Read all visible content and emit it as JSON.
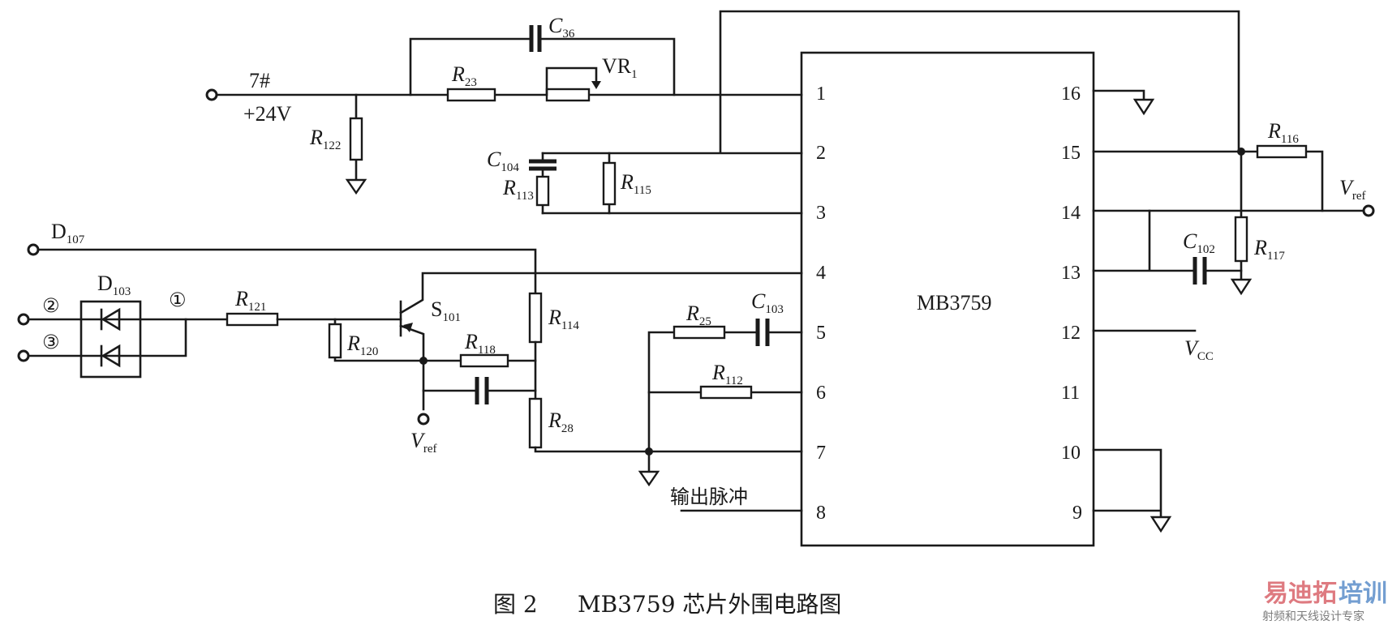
{
  "figure": {
    "caption_prefix": "图 2",
    "caption_text": "MB3759 芯片外围电路图"
  },
  "chip": {
    "name": "MB3759",
    "left_pins": [
      "1",
      "2",
      "3",
      "4",
      "5",
      "6",
      "7",
      "8"
    ],
    "right_pins": [
      "16",
      "15",
      "14",
      "13",
      "12",
      "11",
      "10",
      "9"
    ]
  },
  "labels": {
    "input_7": "7#",
    "input_24v": "+24V",
    "c36": {
      "main": "C",
      "sub": "36"
    },
    "r23": {
      "main": "R",
      "sub": "23"
    },
    "vr1": {
      "main": "VR",
      "sub": "1"
    },
    "r122": {
      "main": "R",
      "sub": "122"
    },
    "c104": {
      "main": "C",
      "sub": "104"
    },
    "r113": {
      "main": "R",
      "sub": "113"
    },
    "r115": {
      "main": "R",
      "sub": "115"
    },
    "d107": {
      "main": "D",
      "sub": "107"
    },
    "d103": {
      "main": "D",
      "sub": "103"
    },
    "node1": "①",
    "node2": "②",
    "node3": "③",
    "r121": {
      "main": "R",
      "sub": "121"
    },
    "s101": {
      "main": "S",
      "sub": "101"
    },
    "r120": {
      "main": "R",
      "sub": "120"
    },
    "r118": {
      "main": "R",
      "sub": "118"
    },
    "r114": {
      "main": "R",
      "sub": "114"
    },
    "r28": {
      "main": "R",
      "sub": "28"
    },
    "vref_left": {
      "main": "V",
      "sub": "ref"
    },
    "r25": {
      "main": "R",
      "sub": "25"
    },
    "c103": {
      "main": "C",
      "sub": "103"
    },
    "r112": {
      "main": "R",
      "sub": "112"
    },
    "output_pulse": "输出脉冲",
    "r116": {
      "main": "R",
      "sub": "116"
    },
    "vref_right": {
      "main": "V",
      "sub": "ref"
    },
    "c102": {
      "main": "C",
      "sub": "102"
    },
    "r117": {
      "main": "R",
      "sub": "117"
    },
    "vcc": {
      "main": "V",
      "sub": "CC"
    }
  },
  "watermark": {
    "brand_part1": "易迪拓",
    "brand_part2": "培训",
    "tagline": "射频和天线设计专家",
    "color1": "#d9636b",
    "color2": "#5b8ec9"
  }
}
